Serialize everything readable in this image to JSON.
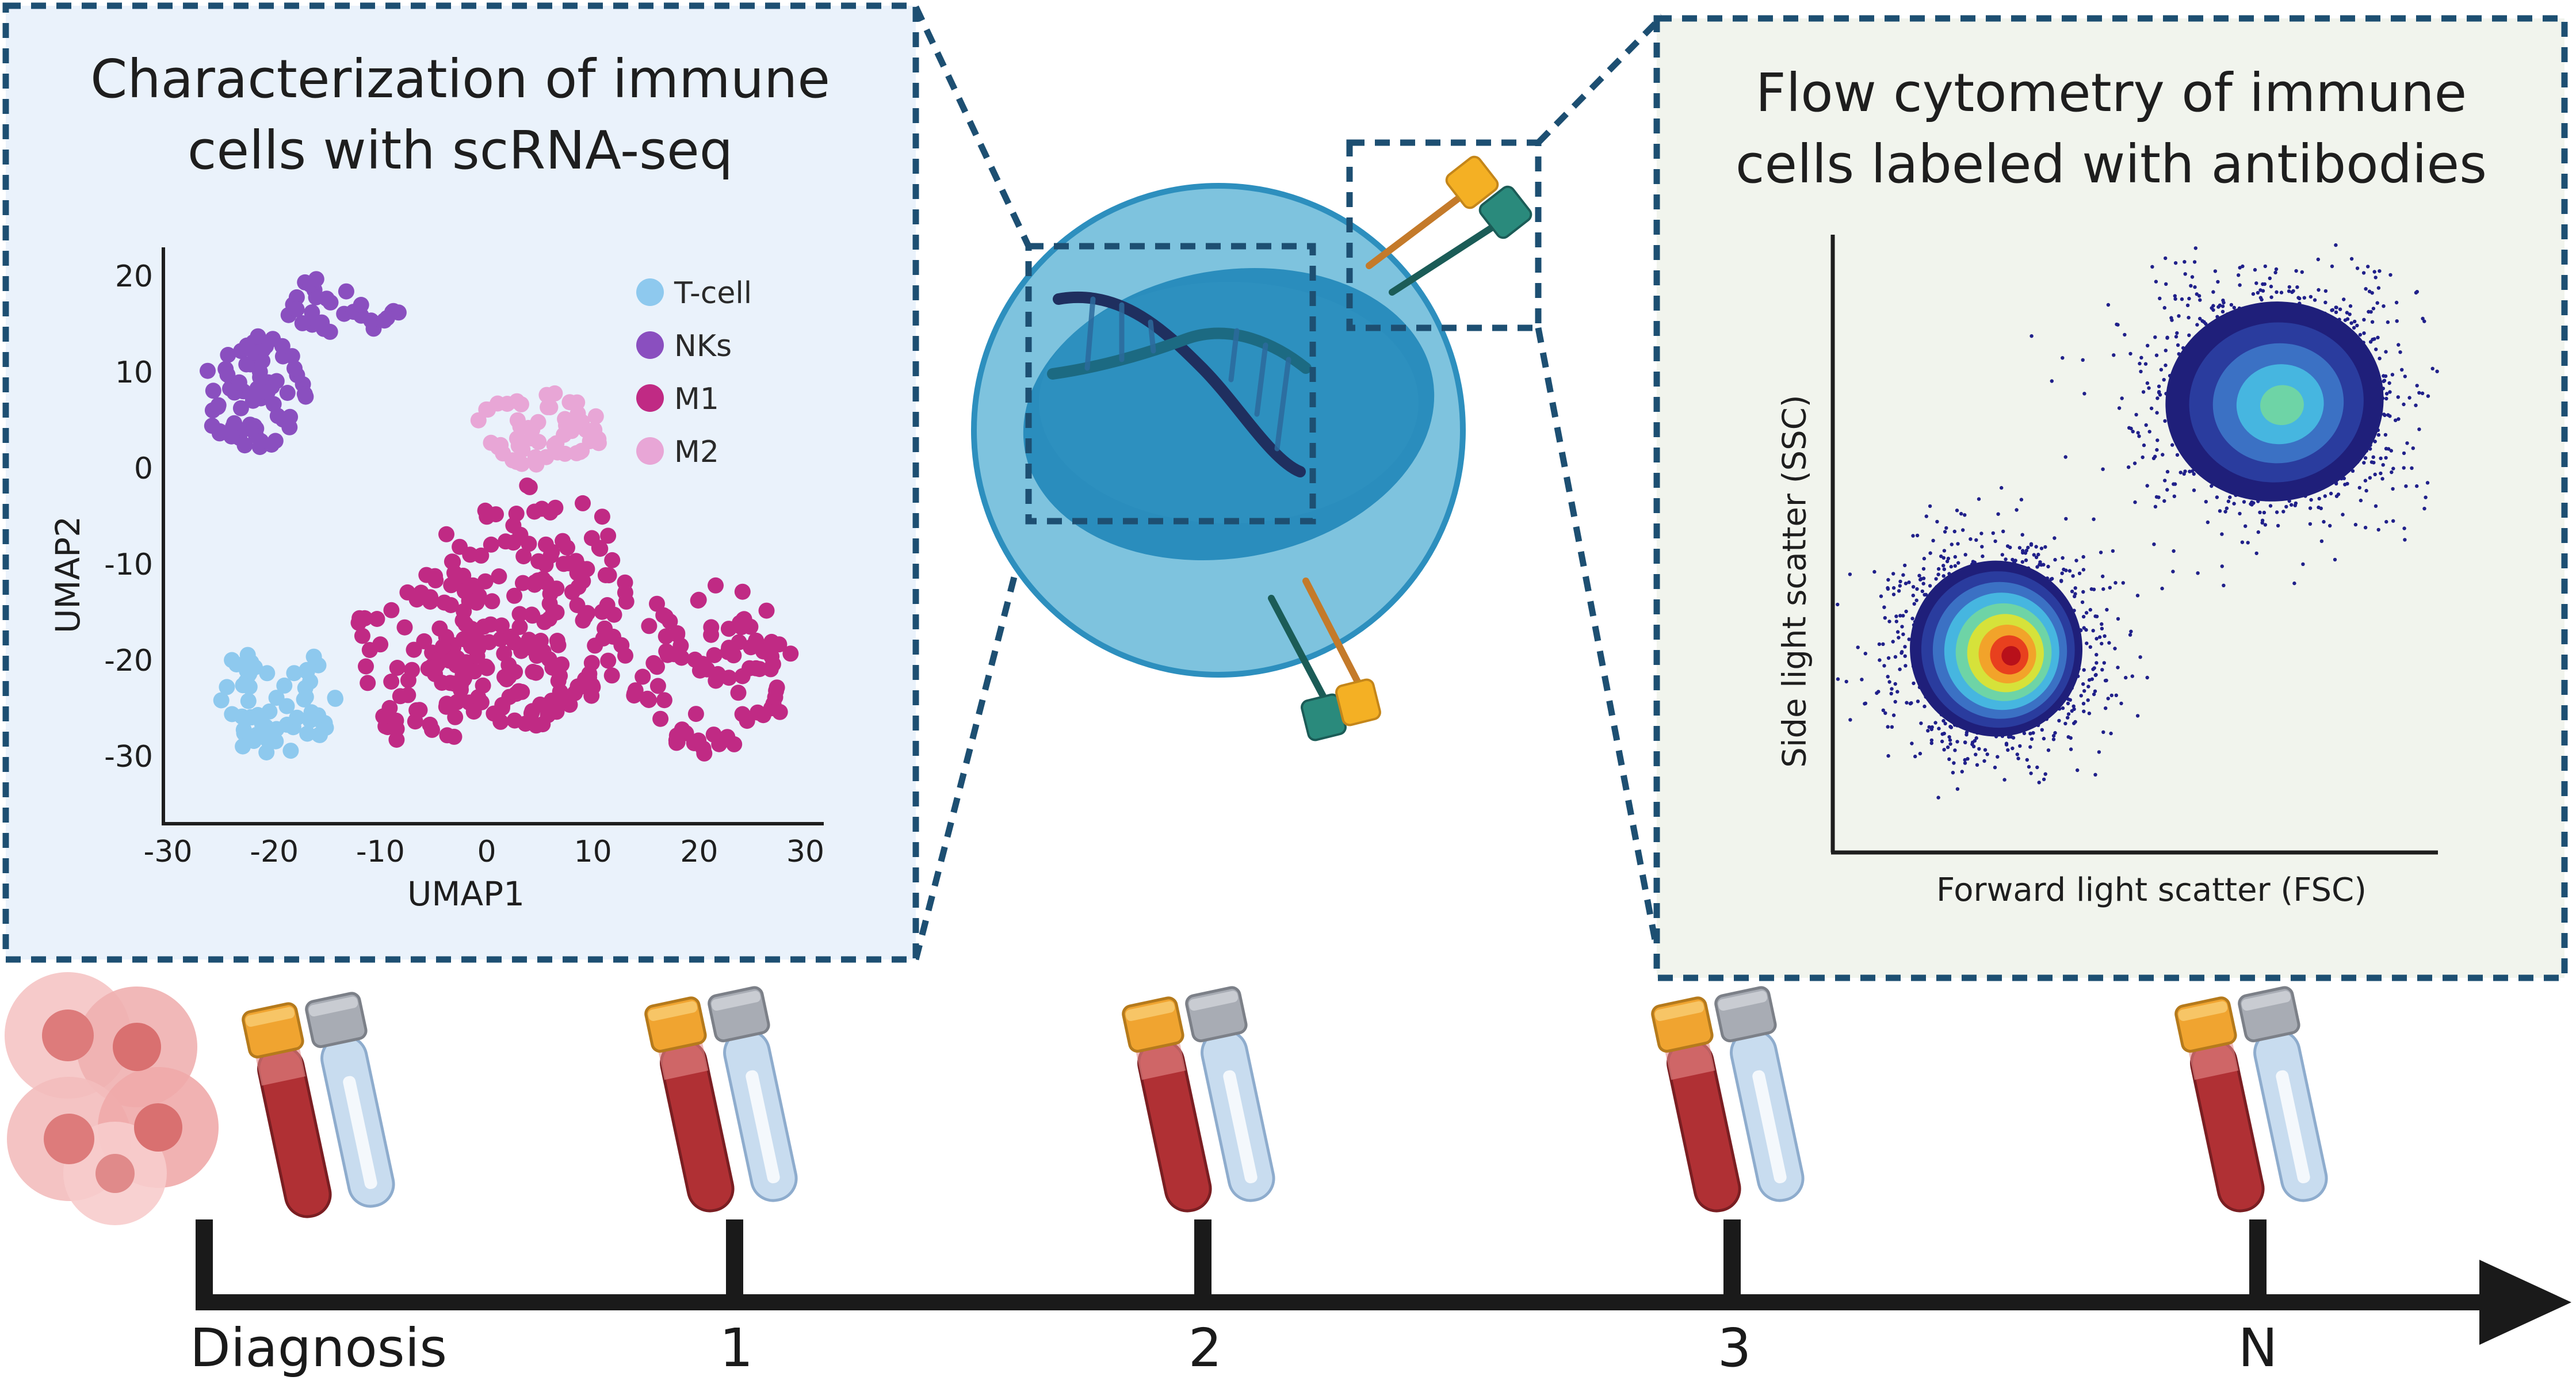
{
  "scrna_panel": {
    "title_line1": "Characterization of immune",
    "title_line2": "cells with scRNA-seq"
  },
  "flow_panel": {
    "title_line1": "Flow cytometry of immune",
    "title_line2": "cells labeled with antibodies"
  },
  "chart_data": [
    {
      "type": "scatter",
      "title": "",
      "xlabel": "UMAP1",
      "ylabel": "UMAP2",
      "xlim": [
        -30,
        30
      ],
      "ylim": [
        -37,
        23
      ],
      "xticks": [
        "-30",
        "-20",
        "-10",
        "0",
        "10",
        "20",
        "30"
      ],
      "yticks": [
        "20",
        "10",
        "0",
        "-10",
        "-20",
        "-30"
      ],
      "legend_position": "top-right",
      "series": [
        {
          "name": "T-cell",
          "color": "#8ec9ee",
          "clusters": [
            {
              "x": -20,
              "y": -24,
              "rx": 6,
              "ry": 6,
              "n": 60
            }
          ]
        },
        {
          "name": "NKs",
          "color": "#8a4fbf",
          "clusters": [
            {
              "x": -22,
              "y": 8,
              "rx": 5,
              "ry": 6,
              "n": 70
            },
            {
              "x": -14,
              "y": 17,
              "rx": 6,
              "ry": 3,
              "n": 30
            }
          ]
        },
        {
          "name": "M1",
          "color": "#c02a84",
          "clusters": [
            {
              "x": 4,
              "y": -14,
              "rx": 10,
              "ry": 13,
              "n": 180
            },
            {
              "x": 21,
              "y": -21,
              "rx": 8,
              "ry": 9,
              "n": 90
            },
            {
              "x": -6,
              "y": -20,
              "rx": 7,
              "ry": 9,
              "n": 70
            }
          ]
        },
        {
          "name": "M2",
          "color": "#e8a6d6",
          "clusters": [
            {
              "x": 5,
              "y": 4,
              "rx": 6,
              "ry": 4,
              "n": 55
            }
          ]
        }
      ]
    },
    {
      "type": "scatter",
      "title": "",
      "xlabel": "Forward light scatter (FSC)",
      "ylabel": "Side light scatter (SSC)",
      "density": true,
      "populations": [
        {
          "center": [
            0.27,
            0.33
          ],
          "spread": [
            0.15,
            0.15
          ]
        },
        {
          "center": [
            0.73,
            0.73
          ],
          "spread": [
            0.19,
            0.17
          ]
        }
      ],
      "density_colors": [
        "#1f1f7a",
        "#2a3c9e",
        "#3b71c4",
        "#46b6e0",
        "#6ed4a6",
        "#d6e23a",
        "#f2a32a",
        "#e8401e",
        "#b8101a"
      ]
    }
  ],
  "timeline": {
    "labels": [
      "Diagnosis",
      "1",
      "2",
      "3",
      "N"
    ]
  }
}
